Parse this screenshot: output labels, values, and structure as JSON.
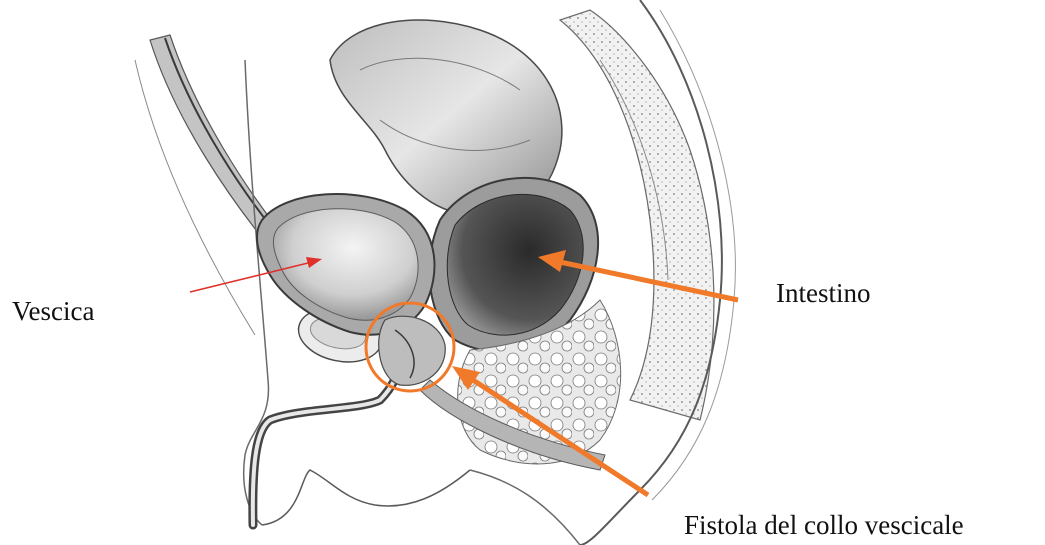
{
  "labels": {
    "vescica": "Vescica",
    "intestino": "Intestino",
    "fistola": "Fistola del collo vescicale"
  },
  "colors": {
    "arrow_orange": "#F07A2A",
    "arrow_red": "#E0302A",
    "ink": "#3a3a3a",
    "tissue_light": "#d8d8d8",
    "tissue_dark": "#4a4a4a"
  },
  "icons": {
    "vescica_pointer": "red-arrow-icon",
    "intestino_pointer": "orange-arrow-icon",
    "fistola_pointer": "orange-arrow-icon",
    "fistola_marker": "orange-circle-highlight"
  }
}
